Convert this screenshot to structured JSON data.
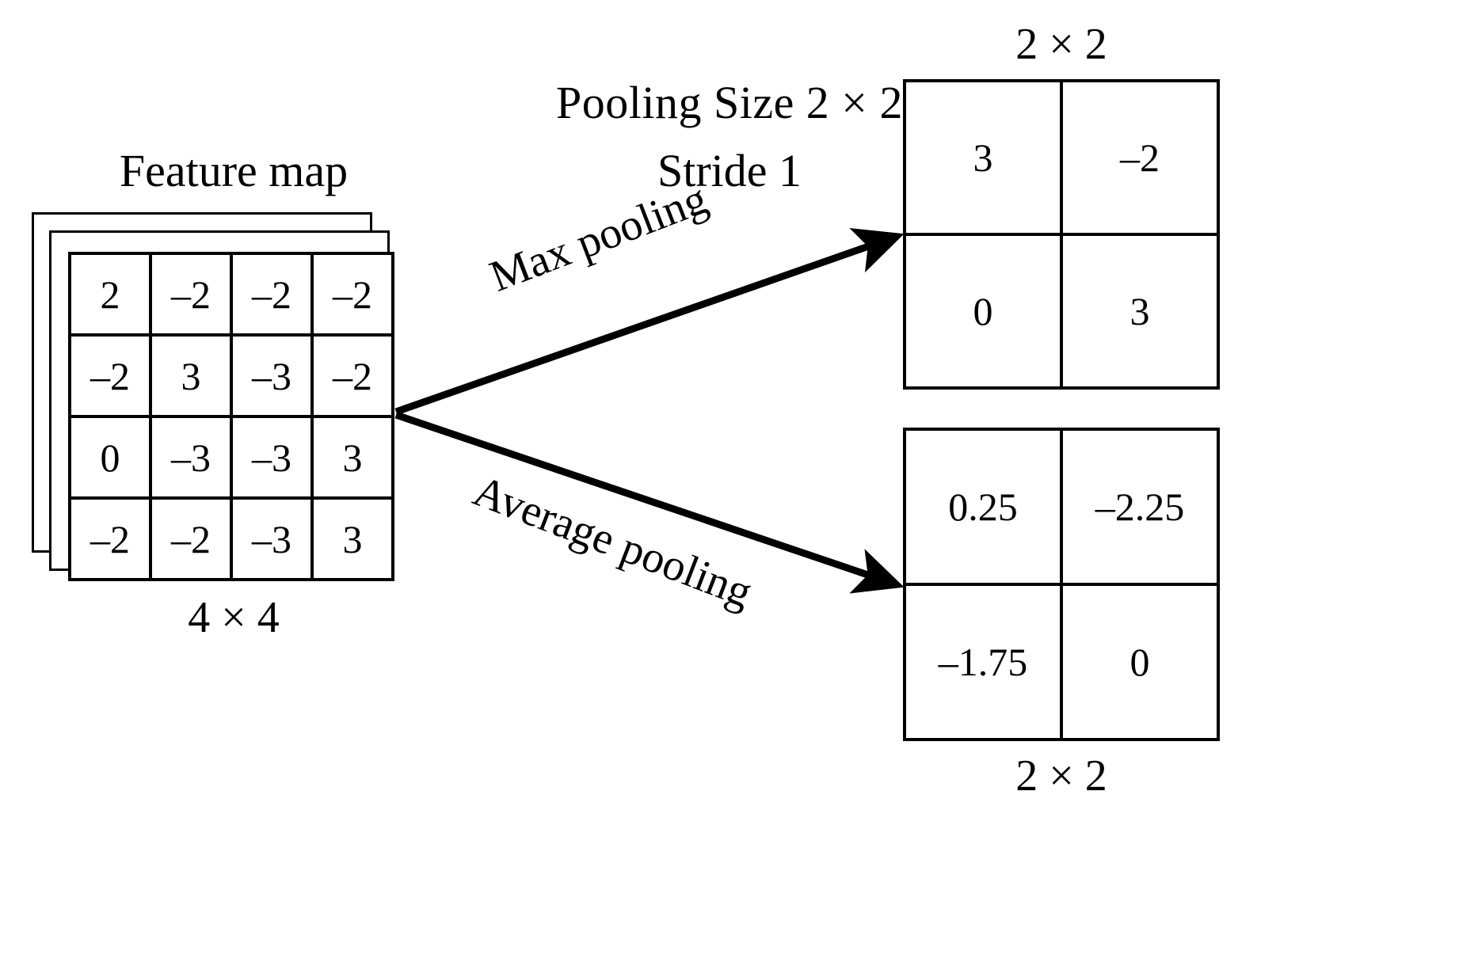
{
  "header": {
    "pooling_size": "Pooling Size 2 × 2",
    "stride": "Stride 1"
  },
  "feature_map": {
    "title": "Feature map",
    "dims_label": "4 × 4",
    "rows": [
      [
        "2",
        "–2",
        "–2",
        "–2"
      ],
      [
        "–2",
        "3",
        "–3",
        "–2"
      ],
      [
        "0",
        "–3",
        "–3",
        "3"
      ],
      [
        "–2",
        "–2",
        "–3",
        "3"
      ]
    ]
  },
  "arrows": {
    "max_label": "Max pooling",
    "avg_label": "Average pooling"
  },
  "max_pooling_output": {
    "dims_label": "2 × 2",
    "rows": [
      [
        "3",
        "–2"
      ],
      [
        "0",
        "3"
      ]
    ]
  },
  "average_pooling_output": {
    "dims_label": "2 × 2",
    "rows": [
      [
        "0.25",
        "–2.25"
      ],
      [
        "–1.75",
        "0"
      ]
    ]
  },
  "chart_data": {
    "type": "diagram",
    "title": "Max pooling vs Average pooling illustration",
    "pooling_size": "2 × 2",
    "stride": 1,
    "input": {
      "name": "Feature map",
      "shape": "4 × 4",
      "values": [
        [
          2,
          -2,
          -2,
          -2
        ],
        [
          -2,
          3,
          -3,
          -2
        ],
        [
          0,
          -3,
          -3,
          3
        ],
        [
          -2,
          -2,
          -3,
          3
        ]
      ]
    },
    "outputs": [
      {
        "name": "Max pooling",
        "shape": "2 × 2",
        "values": [
          [
            3,
            -2
          ],
          [
            0,
            3
          ]
        ]
      },
      {
        "name": "Average pooling",
        "shape": "2 × 2",
        "values": [
          [
            0.25,
            -2.25
          ],
          [
            -1.75,
            0
          ]
        ]
      }
    ]
  }
}
